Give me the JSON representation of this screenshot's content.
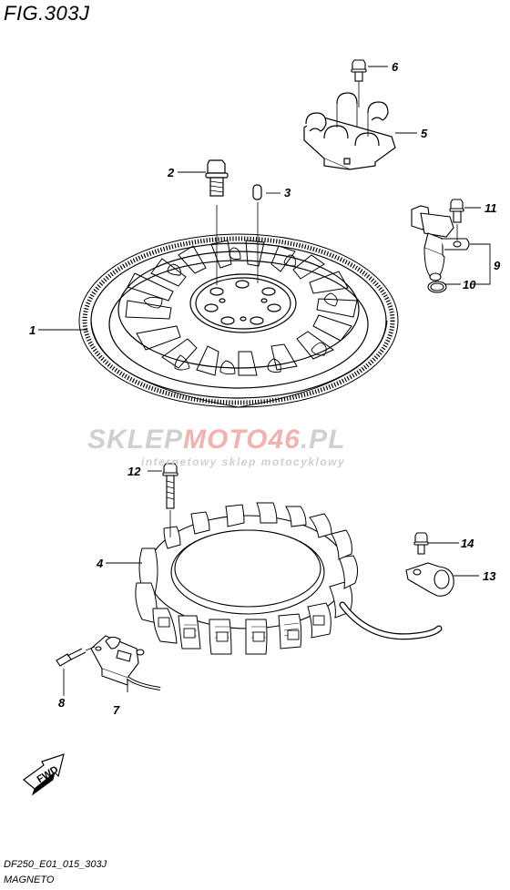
{
  "figure": {
    "title": "FIG.303J"
  },
  "watermark": {
    "brand_prefix": "SKLEP",
    "brand_accent": "MOTO46",
    "brand_suffix": ".PL",
    "tagline": "internetowy sklep motocyklowy"
  },
  "footer": {
    "code": "DF250_E01_015_303J",
    "name": "MAGNETO"
  },
  "direction_marker": {
    "label": "FWD"
  },
  "callouts": {
    "c1": "1",
    "c2": "2",
    "c3": "3",
    "c4": "4",
    "c5": "5",
    "c6": "6",
    "c7": "7",
    "c8": "8",
    "c9": "9",
    "c10": "10",
    "c11": "11",
    "c12": "12",
    "c13": "13",
    "c14": "14"
  },
  "colors": {
    "line": "#000000",
    "watermark_gray": "#d0d0d0",
    "watermark_red": "#f1b2b0"
  }
}
